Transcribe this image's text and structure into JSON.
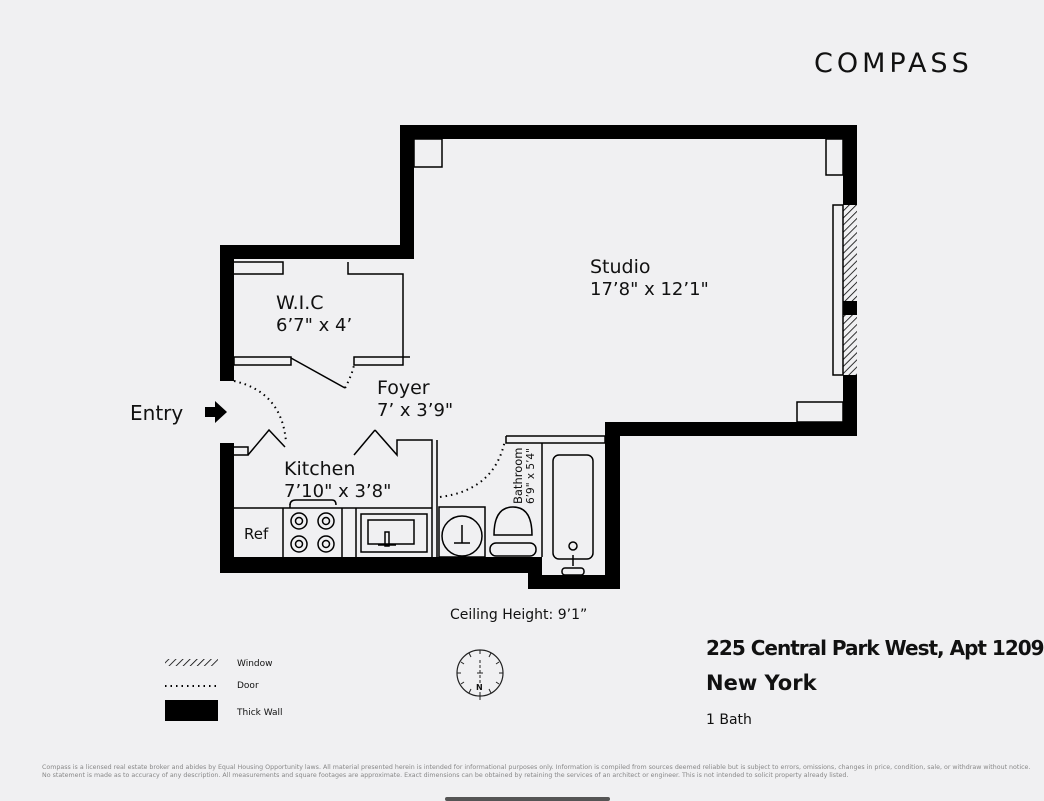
{
  "brand": {
    "logo_text": "COMPASS"
  },
  "entry": {
    "label": "Entry",
    "icon": "arrow-right-icon"
  },
  "rooms": [
    {
      "name": "Studio",
      "dimensions": "17’8\" x 12’1\""
    },
    {
      "name": "W.I.C",
      "dimensions": "6’7\" x 4’"
    },
    {
      "name": "Foyer",
      "dimensions": "7’ x 3’9\""
    },
    {
      "name": "Kitchen",
      "dimensions": "7’10\" x 3’8\""
    },
    {
      "name": "Bathroom",
      "dimensions": "6’9\" x 5’4\""
    }
  ],
  "fixtures": {
    "refrigerator_label": "Ref"
  },
  "ceiling_height": "Ceiling Height: 9’1”",
  "compass_rose": {
    "north_label": "N"
  },
  "legend": [
    {
      "symbol": "hatch",
      "label": "Window"
    },
    {
      "symbol": "dotted",
      "label": "Door"
    },
    {
      "symbol": "solid",
      "label": "Thick Wall"
    }
  ],
  "listing": {
    "address": "225 Central Park West, Apt 1209",
    "city": "New York",
    "baths": "1 Bath"
  },
  "disclaimer": "Compass is a licensed real estate broker and abides by Equal Housing Opportunity laws. All material presented herein is intended for informational purposes only. Information is compiled from sources deemed reliable but is subject to errors, omissions, changes in price, condition, sale, or withdraw without notice. No statement is made as to accuracy of any description. All measurements and square footages are approximate. Exact dimensions can be obtained by retaining the services of an architect or engineer. This is not intended to solicit property already listed.",
  "colors": {
    "background": "#f0f0f2",
    "wall": "#000000",
    "text": "#111111",
    "disclaimer": "#888888"
  }
}
